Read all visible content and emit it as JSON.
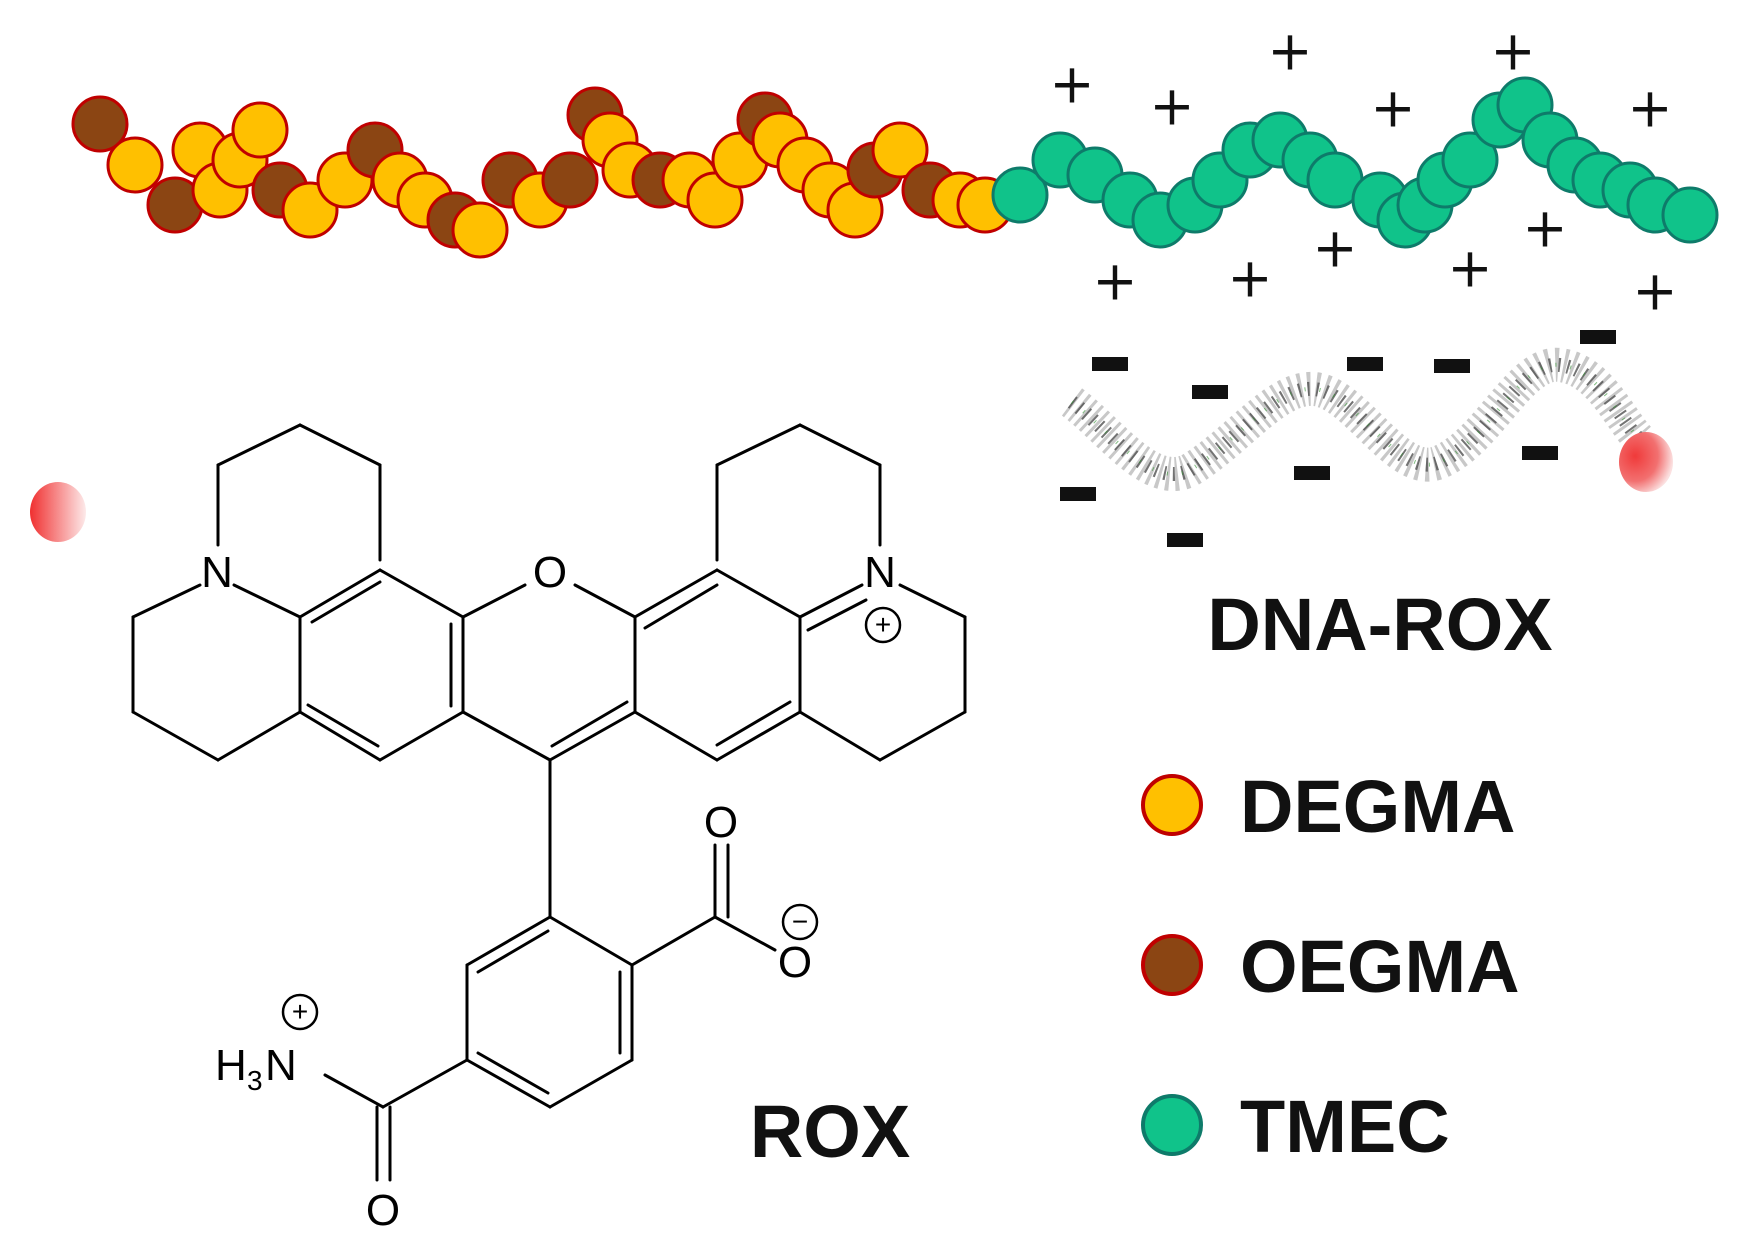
{
  "legend": [
    {
      "label": "DEGMA",
      "fill": "#FFC000",
      "stroke": "#C00000"
    },
    {
      "label": "OEGMA",
      "fill": "#8B4513",
      "stroke": "#C00000"
    },
    {
      "label": "TMEC",
      "fill": "#10C38A",
      "stroke": "#0E7B6A"
    }
  ],
  "labels": {
    "dna": "DNA-ROX",
    "rox": "ROX"
  },
  "charges": {
    "plus": "+",
    "minus": "−"
  },
  "atoms": {
    "n_left": "N",
    "n_right": "N",
    "o_ring": "O",
    "o_carbonyl": "O",
    "o_carboxylate": "O",
    "o_amide": "O",
    "amine_h": "H",
    "amine_sub": "3",
    "amine_n": "N",
    "charge_pos": "+",
    "charge_neg": "−"
  },
  "colors": {
    "dye_dot": "#F04040",
    "dna_strand": "#555555"
  }
}
